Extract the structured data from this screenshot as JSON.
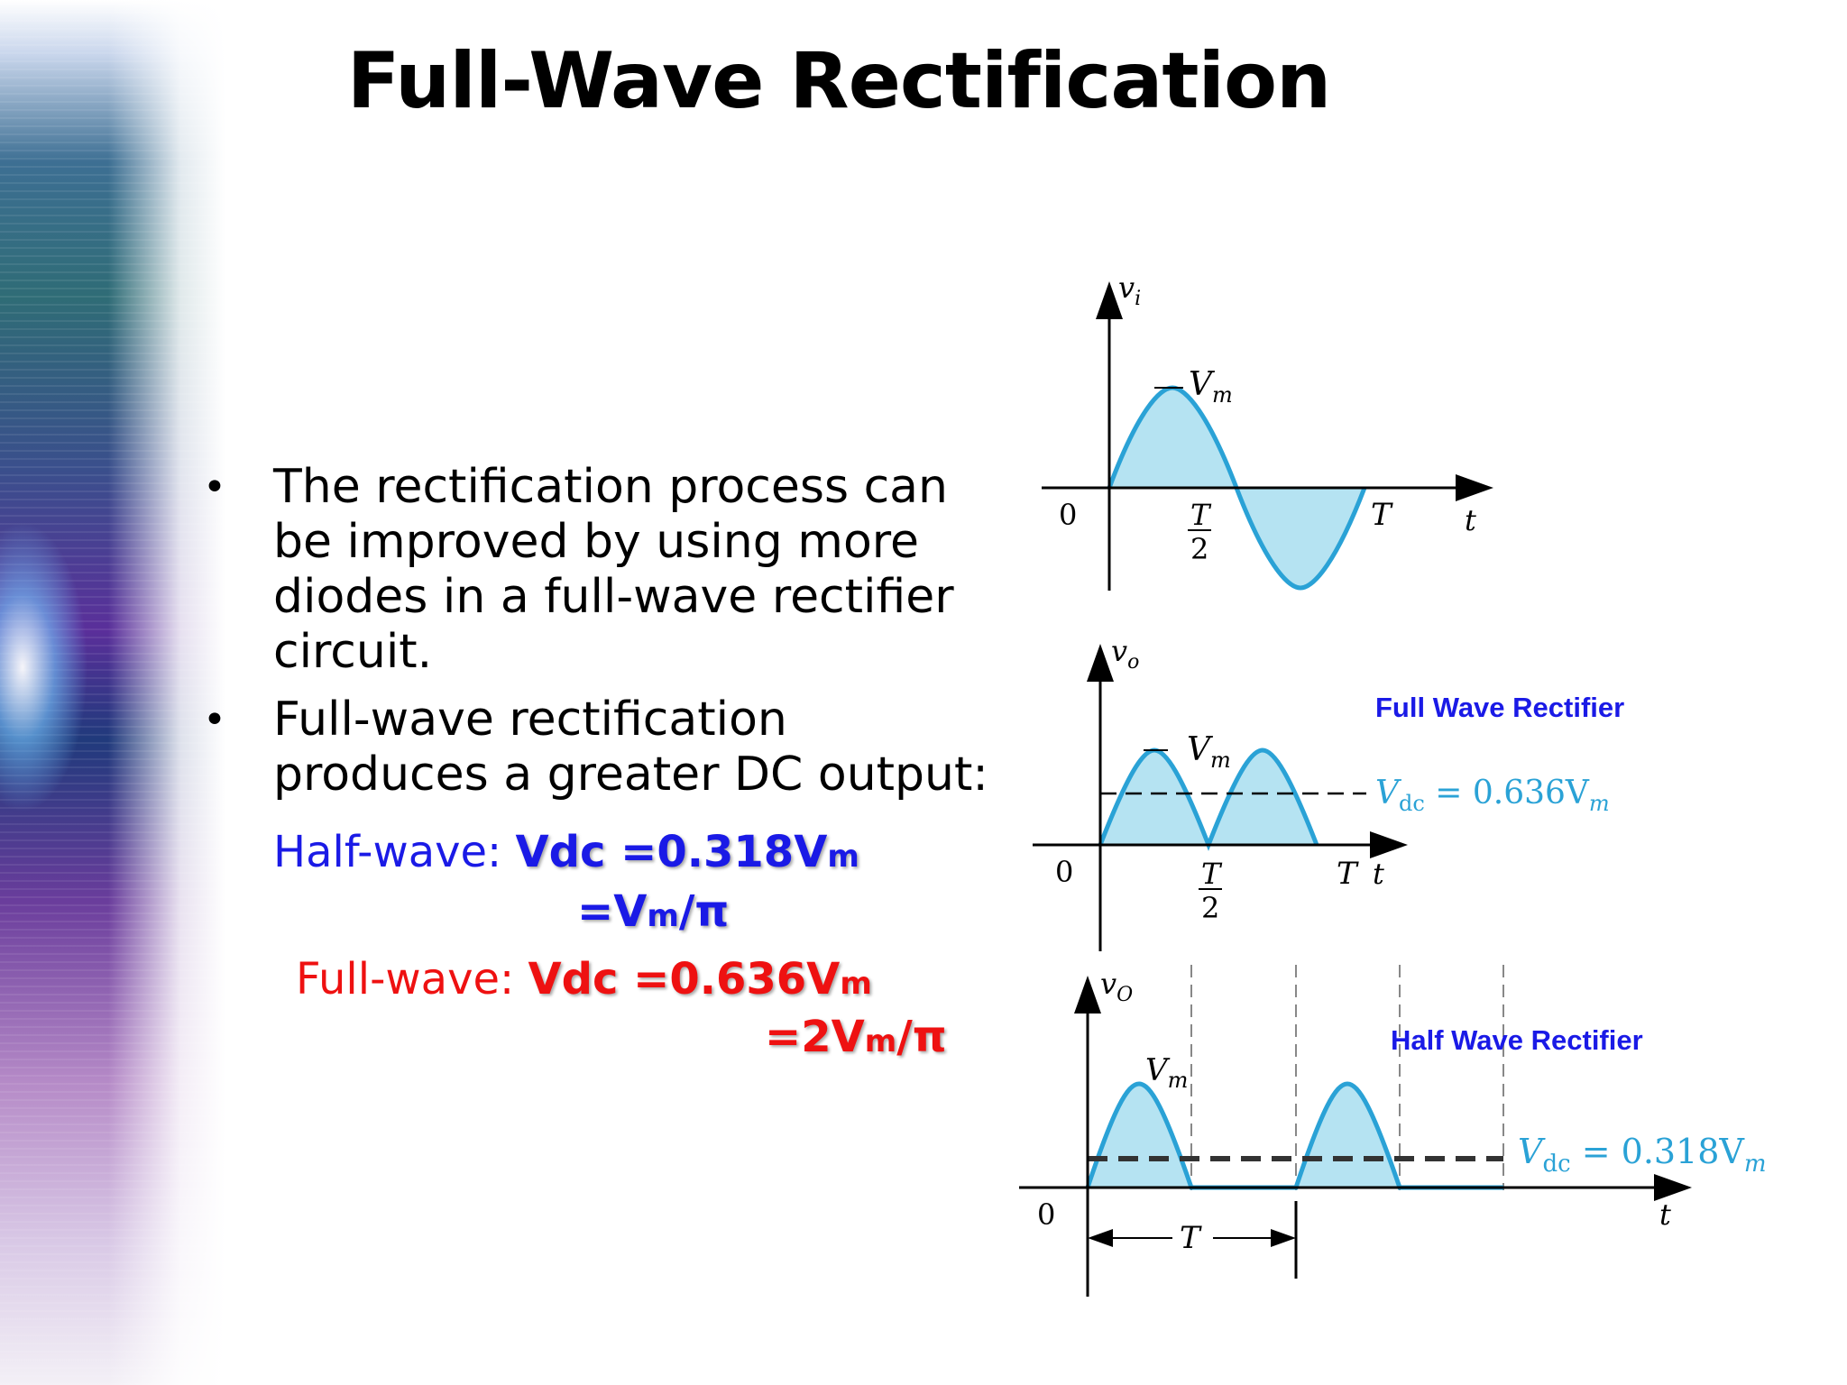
{
  "slide": {
    "title": "Full-Wave Rectification",
    "bullets": [
      "The rectification process can be improved by using more diodes in a full-wave rectifier circuit.",
      "Full-wave rectification produces a greater DC output:"
    ],
    "bullet_marker": "•",
    "half_wave": {
      "label": "Half-wave: ",
      "line1_prefix": "Vdc =0.318V",
      "line1_sub": "m",
      "line2_prefix": "=V",
      "line2_sub": "m",
      "line2_suffix": "/π"
    },
    "full_wave": {
      "label": "Full-wave: ",
      "line1_prefix": "Vdc =0.636V",
      "line1_sub": "m",
      "line2_prefix": "=2V",
      "line2_sub": "m",
      "line2_suffix": "/π"
    }
  },
  "diagrams": {
    "input": {
      "v_label": "v",
      "v_sub": "i",
      "peak_label": "V",
      "peak_sub": "m",
      "zero": "0",
      "half_num": "T",
      "half_den": "2",
      "period": "T",
      "t_label": "t"
    },
    "full_wave": {
      "caption": "Full Wave Rectifier",
      "v_label": "v",
      "v_sub": "o",
      "peak_label": "V",
      "peak_sub": "m",
      "vdc_label": "V",
      "vdc_sub": "dc",
      "vdc_value": " = 0.636V",
      "vdc_value_sub": "m",
      "zero": "0",
      "half_num": "T",
      "half_den": "2",
      "period": "T",
      "t_label": "t"
    },
    "half_wave": {
      "caption": "Half Wave Rectifier",
      "v_label": "v",
      "v_sub": "O",
      "peak_label": "V",
      "peak_sub": "m",
      "vdc_label": "V",
      "vdc_sub": "dc",
      "vdc_value": " = 0.318V",
      "vdc_value_sub": "m",
      "zero": "0",
      "period": "T",
      "t_label": "t"
    },
    "colors": {
      "wave_fill": "#b5e3f2",
      "wave_stroke": "#2aa2d6",
      "vdc_text": "#2aa2d6",
      "caption_text": "#1a1ae6"
    }
  }
}
